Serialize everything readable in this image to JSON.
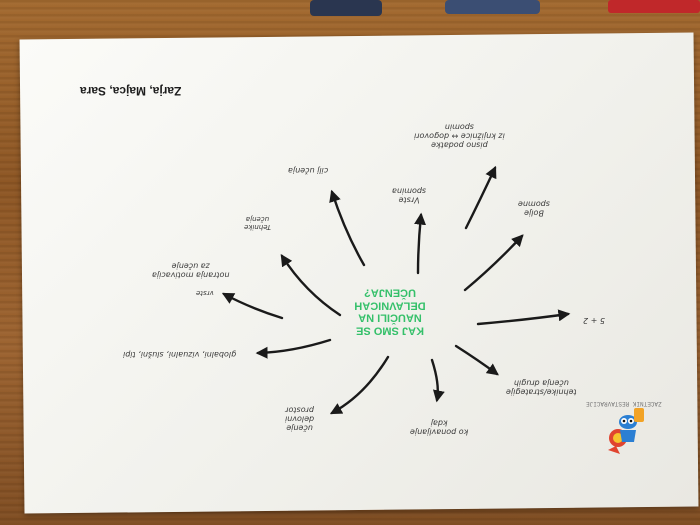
{
  "scene": "Poster with a mind map photographed upside-down on a wooden table",
  "names": "Zarja, Majca, Sara",
  "centre": {
    "line1": "KAJ SMO SE",
    "line2": "NAUČILI NA",
    "line3": "DELAVNICAH",
    "line4": "UČENJA?"
  },
  "branches": [
    {
      "id": "pisno",
      "text": "pisno podatke\niz knjižnice ↔ dogovori\nspomin"
    },
    {
      "id": "vrste-spomina",
      "text": "Vrste\nspomina"
    },
    {
      "id": "bolje-spomne",
      "text": "Bolje\nspomne"
    },
    {
      "id": "cilj-ucenja",
      "text": "cilj učenja"
    },
    {
      "id": "tehnike-ucenja",
      "text": "Tehnike\nučenja"
    },
    {
      "id": "notranja-motivacija",
      "text": "notranja motivacija\nza učenje"
    },
    {
      "id": "mixed",
      "text": "vrste"
    },
    {
      "id": "globalni",
      "text": "globalni, vizualni, slušni, tipi"
    },
    {
      "id": "ucenje-delovni-prostor",
      "text": "učenje\ndelovni\nprostor"
    },
    {
      "id": "ko-ponavljanje",
      "text": "ko ponavljanje\nkdaj"
    },
    {
      "id": "tehnike-strategije",
      "text": "tehnike/strategije\nučenja drugih"
    },
    {
      "id": "five-two",
      "text": "5 + 2"
    }
  ],
  "sticker_text": "ZAČETNIK RESTAVRACIJE"
}
